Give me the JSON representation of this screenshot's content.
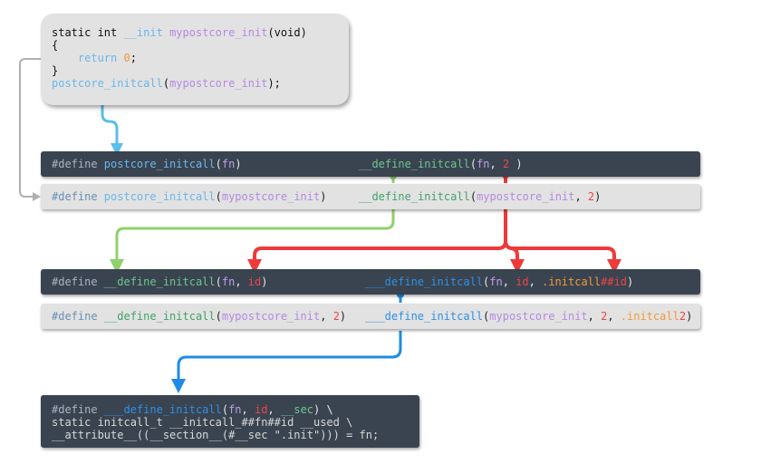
{
  "top_code": {
    "l1_static": "static int ",
    "l1_init": "__init",
    "l1_space": " ",
    "l1_name": "mypostcore_init",
    "l1_void": "(void)",
    "l2": "{",
    "l3_return": "    return ",
    "l3_zero": "0",
    "l3_semi": ";",
    "l4": "}",
    "l5_macro": "postcore_initcall",
    "l5_open": "(",
    "l5_arg": "mypostcore_init",
    "l5_close": ");"
  },
  "row1": {
    "define": "#define ",
    "macro": "postcore_initcall",
    "open": "(",
    "arg": "fn",
    "close": ")",
    "exp_macro": "__define_initcall",
    "exp_open": "(",
    "exp_arg": "fn",
    "exp_sep": ", ",
    "exp_id": "2",
    "exp_close": " )"
  },
  "row2": {
    "define": "#define ",
    "macro": "postcore_initcall",
    "open": "(",
    "arg": "mypostcore_init",
    "close": ")",
    "exp_macro": "__define_initcall",
    "exp_open": "(",
    "exp_arg": "mypostcore_init",
    "exp_sep": ", ",
    "exp_id": "2",
    "exp_close": ")"
  },
  "row3": {
    "define": "#define ",
    "macro": "__define_initcall",
    "open": "(",
    "arg": "fn",
    "sep": ", ",
    "id": "id",
    "close": ")",
    "exp_macro": "___define_initcall",
    "exp_open": "(",
    "exp_arg": "fn",
    "exp_sep1": ", ",
    "exp_id": "id",
    "exp_sep2": ", ",
    "exp_sec": ".initcall",
    "exp_cat": "##id",
    "exp_close": ")"
  },
  "row4": {
    "define": "#define ",
    "macro": "__define_initcall",
    "open": "(",
    "arg": "mypostcore_init",
    "sep": ", ",
    "id": "2",
    "close": ")",
    "exp_macro": "___define_initcall",
    "exp_open": "(",
    "exp_arg": "mypostcore_init",
    "exp_sep1": ", ",
    "exp_id": "2",
    "exp_sep2": ", ",
    "exp_sec": ".initcall",
    "exp_sec_id": "2",
    "exp_close": ")"
  },
  "final_code": {
    "l1_define": "#define ",
    "l1_macro": "___define_initcall",
    "l1_open": "(",
    "l1_fn": "fn",
    "l1_sep1": ", ",
    "l1_id": "id",
    "l1_sep2": ", ",
    "l1_sec": "__sec",
    "l1_close": ") \\",
    "l2": "static initcall_t __initcall_##fn##id __used \\",
    "l3": "__attribute__((__section__(#__sec \".init\"))) = fn;"
  },
  "colors": {
    "dark_bar": "#3a4450",
    "light_bar": "#e2e2e2",
    "connector_gray": "#b0b0b0",
    "connector_cyan": "#5bbde8",
    "connector_green": "#8fd16b",
    "connector_red": "#ee3a3a",
    "connector_blue": "#1e8ce6"
  }
}
